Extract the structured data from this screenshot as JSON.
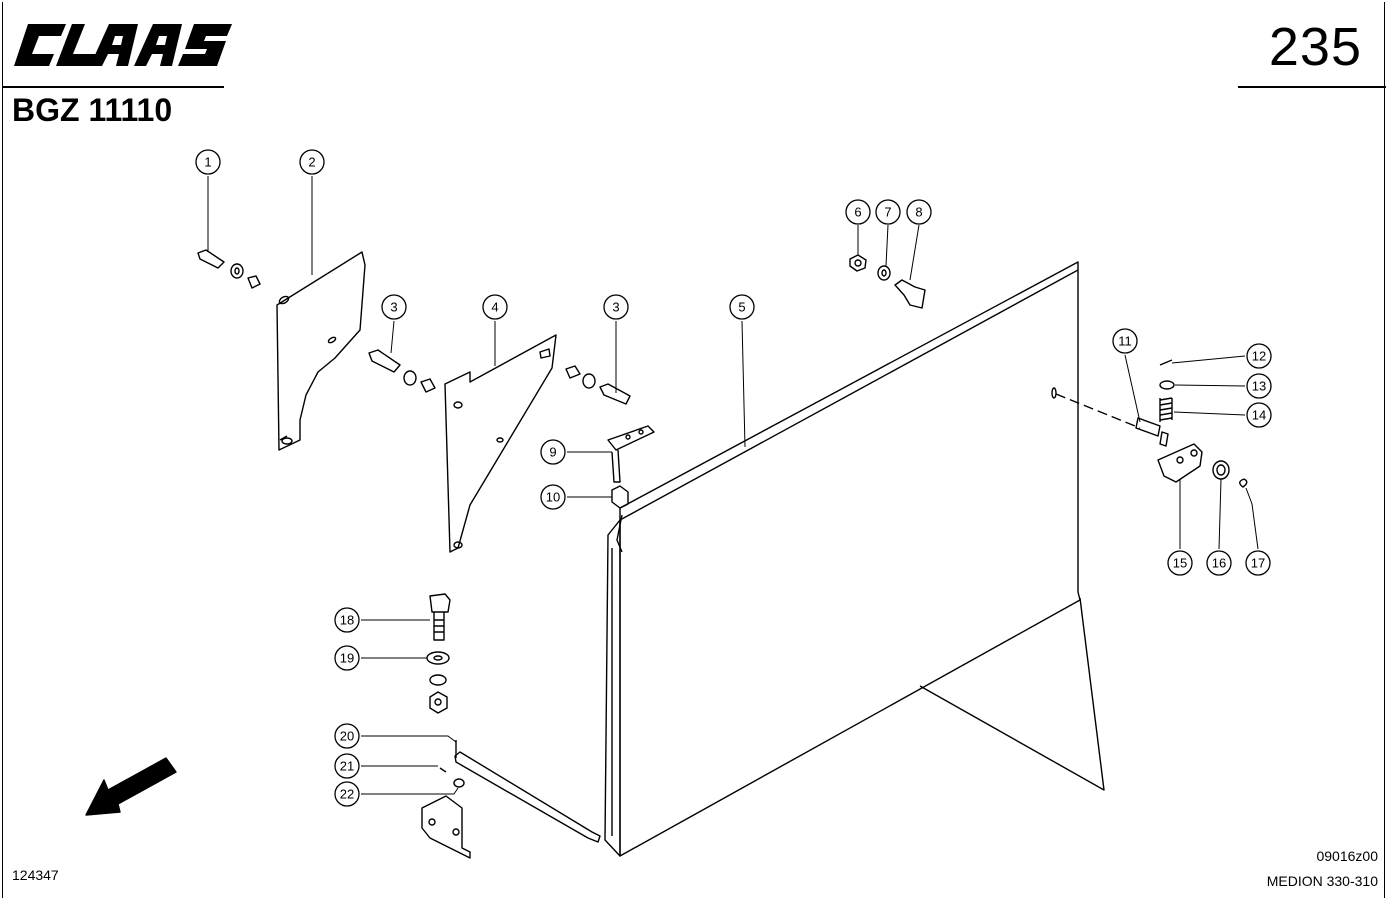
{
  "header": {
    "brand": "CLAAS",
    "group_code": "BGZ 11110",
    "page_number": "235"
  },
  "footer": {
    "drawing_number": "124347",
    "image_code": "09016z00",
    "model": "MEDION 330-310"
  },
  "callouts": [
    "1",
    "2",
    "3",
    "4",
    "3",
    "5",
    "6",
    "7",
    "8",
    "9",
    "10",
    "11",
    "12",
    "13",
    "14",
    "15",
    "16",
    "17",
    "18",
    "19",
    "20",
    "21",
    "22"
  ]
}
